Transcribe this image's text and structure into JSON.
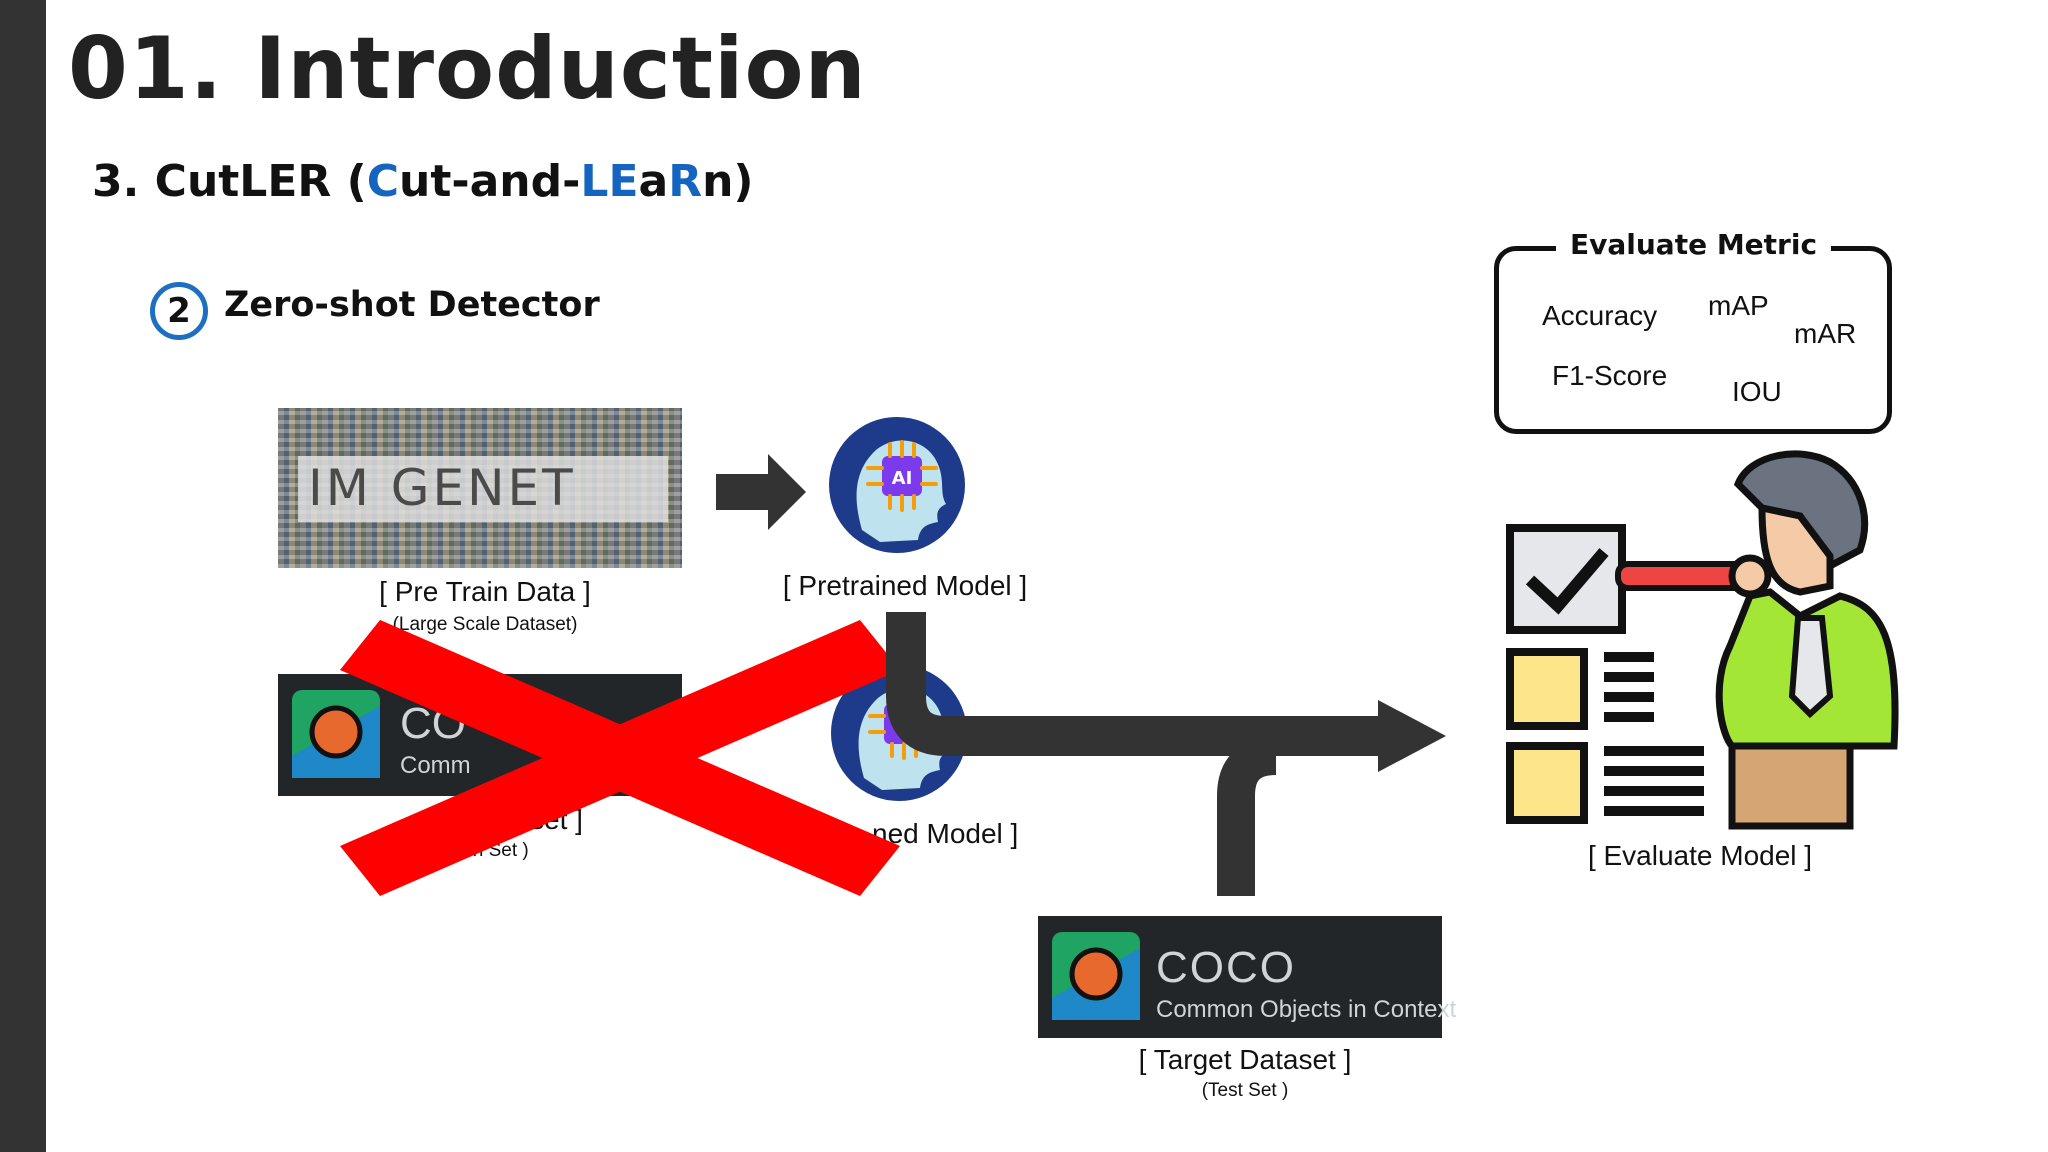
{
  "slide": {
    "title": "01. Introduction",
    "subtitle_prefix": "3. CutLER (",
    "subtitle_parts": [
      "C",
      "ut-and-",
      "LE",
      "a",
      "R",
      "n",
      ")"
    ]
  },
  "step": {
    "number": "2",
    "label": "Zero-shot Detector"
  },
  "pretrain": {
    "logo_text": "IM GENET",
    "caption": "[ Pre Train Data ]",
    "subcaption": "(Large Scale Dataset)"
  },
  "pretrained_model": {
    "icon_text": "AI",
    "caption": "[ Pretrained Model ]"
  },
  "crossed_out": {
    "coco_title_partial": "CO",
    "coco_sub_partial": "Comm",
    "dataset_caption_partial": "set ]",
    "dataset_subcaption_partial": "ain Set )",
    "model_caption_partial": "ned Model ]"
  },
  "target": {
    "coco_title": "COCO",
    "coco_sub": "Common Objects in Context",
    "caption": "[ Target Dataset ]",
    "subcaption": "(Test Set )"
  },
  "metrics": {
    "title": "Evaluate Metric",
    "items": [
      "Accuracy",
      "mAP",
      "mAR",
      "F1-Score",
      "IOU"
    ]
  },
  "evaluate": {
    "caption": "[ Evaluate Model ]"
  },
  "colors": {
    "accent_blue": "#1565c0",
    "cross_red": "#ff0000",
    "arrow_dark": "#333333",
    "sidebar": "#333333"
  }
}
